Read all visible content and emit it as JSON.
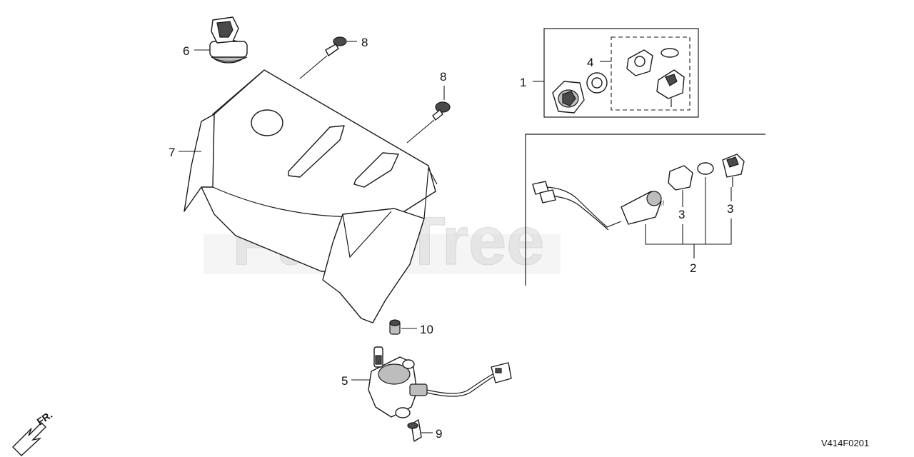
{
  "watermark": {
    "text": "PartsTree",
    "tm": "TM"
  },
  "diagram_code": "V414F0201",
  "direction_label": "FR.",
  "callouts": {
    "c1": "1",
    "c2": "2",
    "c3a": "3",
    "c3b": "3",
    "c4": "4",
    "c5": "5",
    "c6": "6",
    "c7": "7",
    "c8a": "8",
    "c8b": "8",
    "c9": "9",
    "c10": "10"
  },
  "colors": {
    "line": "#1a1a1a",
    "watermark": "#d9d9d9"
  }
}
